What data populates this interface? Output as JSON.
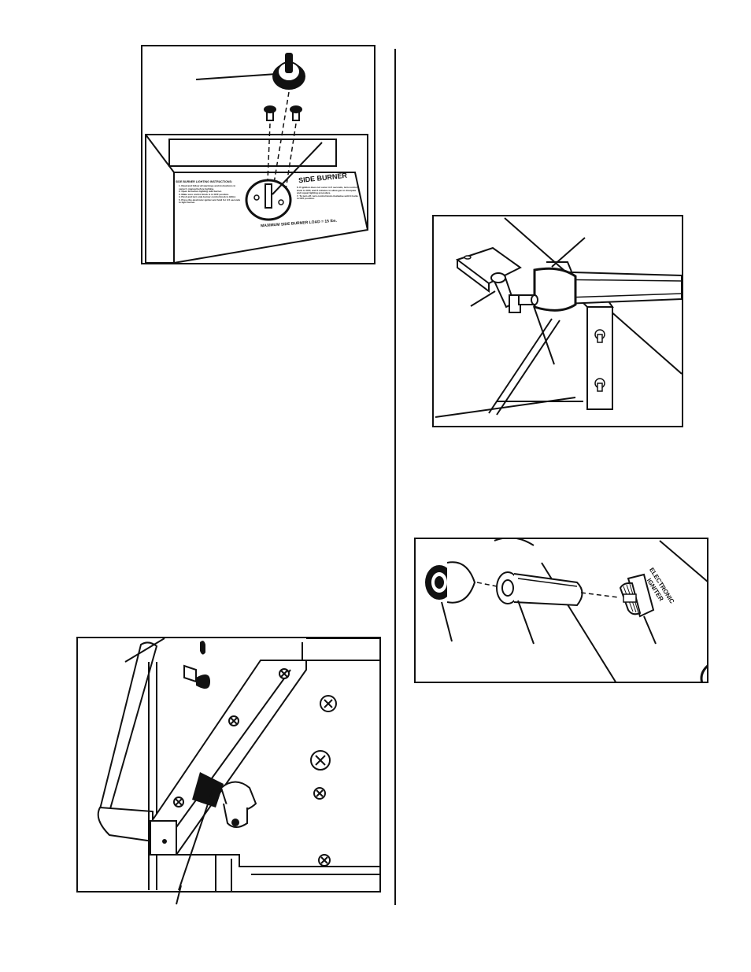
{
  "figures": {
    "side_burner": {
      "heading": "SIDE BURNER",
      "instructions_title": "SIDE BURNER LIGHTING INSTRUCTIONS:",
      "left_steps": [
        "1. Read and follow all warnings and instructions in owner's manual before lighting.",
        "2. Open lid before lighting side burner.",
        "3. Make sure control knob is in OFF position.",
        "4. Push and turn side burner control knob to HIGH.",
        "5. Press the electronic igniter and hold for 3-5 seconds to light burner."
      ],
      "right_steps": [
        "6. If ignition does not occur in 5 seconds, turn control knob to OFF, wait 5 minutes to allow gas to dissipate and repeat lighting procedure.",
        "7. To turn off, turn control knob clockwise until it locks in OFF position."
      ],
      "max_load": "MAXIMUM SIDE BURNER LOAD = 15 lbs."
    },
    "igniter": {
      "panel_label": "ELECTRONIC IGNITER"
    }
  }
}
